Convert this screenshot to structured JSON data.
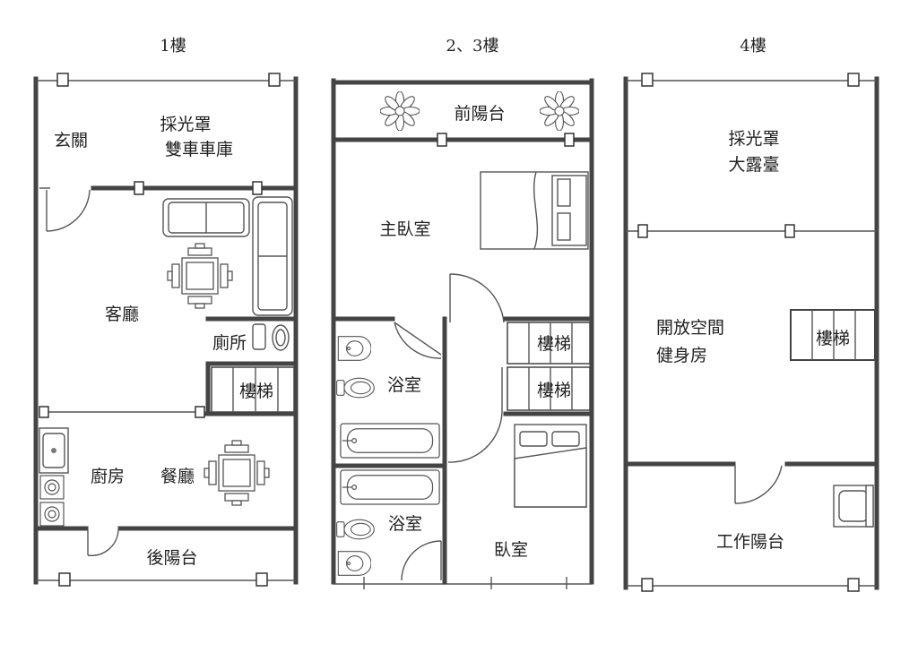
{
  "floors": [
    {
      "title": "1樓",
      "rooms": {
        "entrance": "玄關",
        "skylight": "採光罩",
        "garage": "雙車車庫",
        "living": "客廳",
        "toilet": "廁所",
        "stairs": "樓梯",
        "kitchen": "廚房",
        "dining": "餐廳",
        "rear_balcony": "後陽台"
      }
    },
    {
      "title": "2、3樓",
      "rooms": {
        "front_balcony": "前陽台",
        "master_bedroom": "主臥室",
        "bathroom_1": "浴室",
        "stairs_1": "樓梯",
        "stairs_2": "樓梯",
        "bathroom_2": "浴室",
        "bedroom": "臥室"
      }
    },
    {
      "title": "4樓",
      "rooms": {
        "skylight": "採光罩",
        "terrace": "大露臺",
        "open_space": "開放空間",
        "gym": "健身房",
        "stairs": "樓梯",
        "work_balcony": "工作陽台"
      }
    }
  ],
  "icons": [
    "sofa-icon",
    "dining-table-icon",
    "toilet-icon",
    "sink-icon",
    "bathtub-icon",
    "bed-icon",
    "stove-icon",
    "flower-icon",
    "door-swing-icon",
    "sink-cabinet-icon"
  ]
}
